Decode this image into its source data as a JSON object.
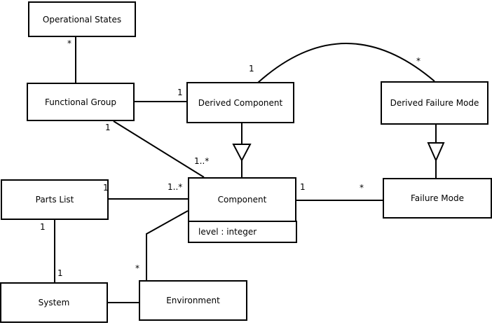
{
  "nodes": {
    "operational_states": {
      "label": "Operational States"
    },
    "functional_group": {
      "label": "Functional Group"
    },
    "derived_component": {
      "label": "Derived Component"
    },
    "derived_failure_mode": {
      "label": "Derived Failure Mode"
    },
    "component": {
      "label": "Component",
      "attribute": "level : integer"
    },
    "failure_mode": {
      "label": "Failure Mode"
    },
    "parts_list": {
      "label": "Parts List"
    },
    "system": {
      "label": "System"
    },
    "environment": {
      "label": "Environment"
    }
  },
  "multiplicities": {
    "operational_states_functional_group": {
      "at_operational_states": "*"
    },
    "functional_group_derived_component": {
      "at_derived_component": "1"
    },
    "functional_group_component": {
      "at_functional_group": "1",
      "at_component": "1..*"
    },
    "derived_component_derived_failure_mode": {
      "at_derived_component": "1",
      "at_derived_failure_mode": "*"
    },
    "parts_list_component": {
      "at_parts_list": "1",
      "at_component": "1..*"
    },
    "component_failure_mode": {
      "at_component": "1",
      "at_failure_mode": "*"
    },
    "parts_list_system": {
      "at_parts_list": "1",
      "at_system": "1"
    },
    "component_environment": {
      "at_environment": "*"
    }
  },
  "relationships": [
    {
      "type": "association",
      "from": "Operational States",
      "to": "Functional Group"
    },
    {
      "type": "association",
      "from": "Functional Group",
      "to": "Derived Component"
    },
    {
      "type": "association",
      "from": "Functional Group",
      "to": "Component"
    },
    {
      "type": "association",
      "from": "Derived Component",
      "to": "Derived Failure Mode"
    },
    {
      "type": "association",
      "from": "Parts List",
      "to": "Component"
    },
    {
      "type": "association",
      "from": "Component",
      "to": "Failure Mode"
    },
    {
      "type": "association",
      "from": "Parts List",
      "to": "System"
    },
    {
      "type": "association",
      "from": "System",
      "to": "Environment"
    },
    {
      "type": "association",
      "from": "Component",
      "to": "Environment"
    },
    {
      "type": "generalization",
      "from": "Derived Component",
      "to": "Component"
    },
    {
      "type": "generalization",
      "from": "Derived Failure Mode",
      "to": "Failure Mode"
    }
  ],
  "colors": {
    "line": "#000000",
    "background": "#ffffff",
    "box_fill": "#ffffff",
    "text": "#000000"
  }
}
